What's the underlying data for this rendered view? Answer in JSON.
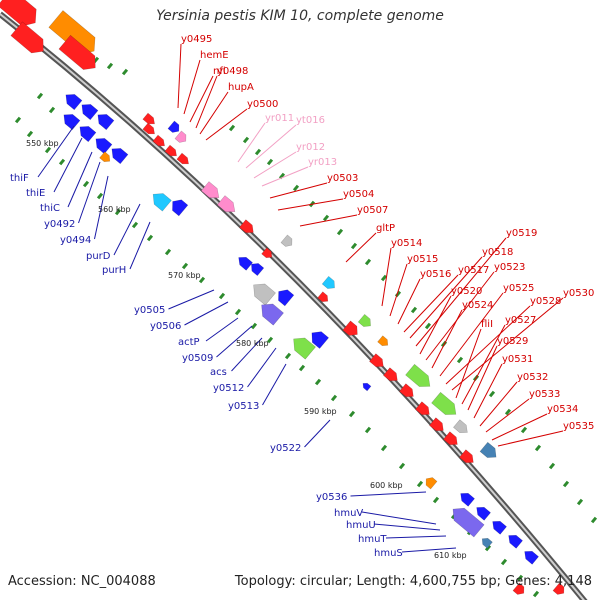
{
  "title": "Yersinia pestis KIM 10, complete genome",
  "accession_text": "Accession: NC_004088",
  "summary_text": "Topology: circular; Length: 4,600,755 bp; Genes: 4,148",
  "scale_labels": [
    "550 kbp",
    "560 kbp",
    "570 kbp",
    "580 kbp",
    "590 kbp",
    "600 kbp",
    "610 kbp"
  ],
  "forward_strand_labels": [
    "thiF",
    "thiE",
    "thiC",
    "y0492",
    "y0494",
    "purD",
    "purH",
    "y0505",
    "y0506",
    "actP",
    "y0509",
    "acs",
    "y0512",
    "y0513",
    "y0522",
    "y0536",
    "hmuV",
    "hmuU",
    "hmuT",
    "hmuS"
  ],
  "reverse_strand_labels": [
    "y0495",
    "hemE",
    "nfi",
    "y0498",
    "hupA",
    "y0500",
    "yr011",
    "yt016",
    "yr012",
    "yr013",
    "y0503",
    "y0504",
    "y0507",
    "gltP",
    "y0514",
    "y0515",
    "y0516",
    "y0517",
    "y0518",
    "y0519",
    "y0520",
    "y0523",
    "y0524",
    "y0525",
    "y0528",
    "y0530",
    "fliI",
    "y0527",
    "y0529",
    "y0531",
    "y0532",
    "y0533",
    "y0534",
    "y0535"
  ],
  "colors": {
    "forward_label": "#1a1aa6",
    "reverse_label": "#d40000",
    "rna_label": "#f2a0c4",
    "backbone": "#8a8a8a",
    "tick": "#2e8b2e",
    "gene_red": "#ff2020",
    "gene_blue": "#1a1aff",
    "gene_orange": "#ff8c00",
    "gene_pink": "#ff8ccc",
    "gene_lime": "#7ee04a",
    "gene_cyan": "#20c8ff",
    "gene_gray": "#c0c0c0",
    "gene_purple": "#7b68ee",
    "gene_steel": "#4682b4"
  }
}
